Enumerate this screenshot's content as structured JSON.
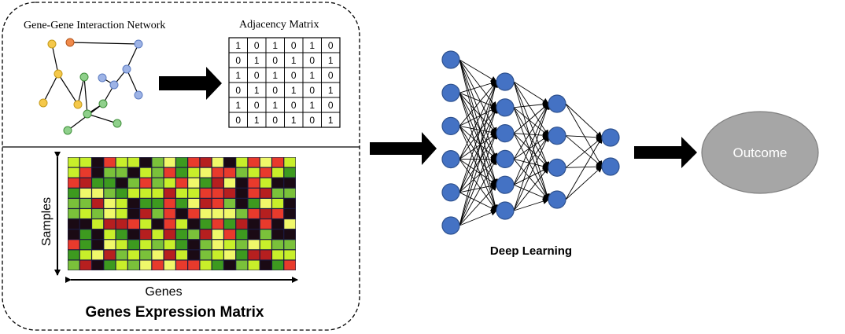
{
  "network": {
    "title": "Gene-Gene Interaction Network"
  },
  "adjacency": {
    "title": "Adjacency Matrix",
    "rows": [
      [
        "1",
        "0",
        "1",
        "0",
        "1",
        "0"
      ],
      [
        "0",
        "1",
        "0",
        "1",
        "0",
        "1"
      ],
      [
        "1",
        "0",
        "1",
        "0",
        "1",
        "0"
      ],
      [
        "0",
        "1",
        "0",
        "1",
        "0",
        "1"
      ],
      [
        "1",
        "0",
        "1",
        "0",
        "1",
        "0"
      ],
      [
        "0",
        "1",
        "0",
        "1",
        "0",
        "1"
      ]
    ]
  },
  "expression": {
    "y_label": "Samples",
    "x_label": "Genes",
    "caption": "Genes Expression Matrix",
    "palette": [
      "#1a0a14",
      "#e83a2c",
      "#3d9a1f",
      "#c8ef2a",
      "#f0f86a",
      "#b61f1f",
      "#7ac13a"
    ],
    "cols": 19,
    "rows": 11
  },
  "deep_learning": {
    "label": "Deep Learning",
    "layers": [
      6,
      6,
      4,
      2
    ],
    "node_color": "#4472c4"
  },
  "outcome": {
    "label": "Outcome",
    "fill": "#a6a6a6"
  }
}
